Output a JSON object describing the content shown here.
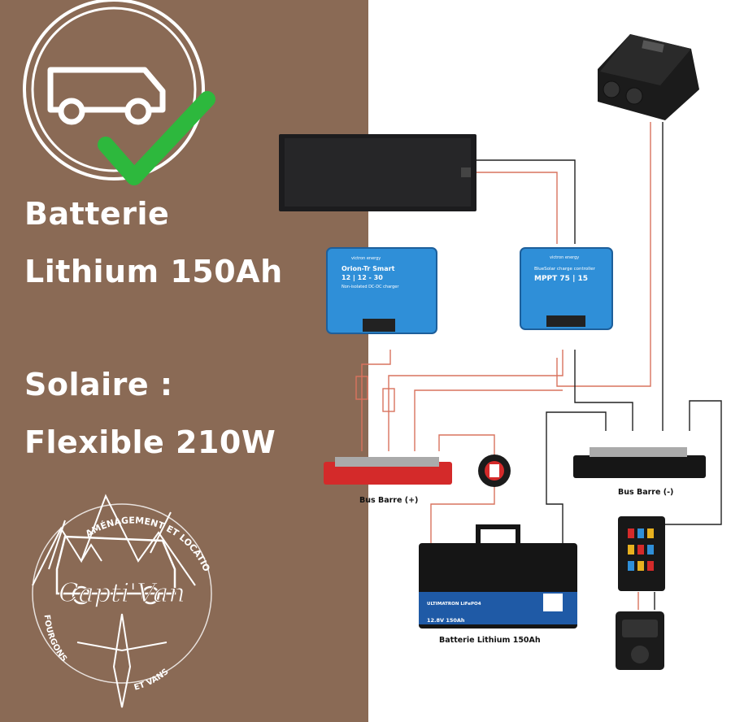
{
  "headline": {
    "battery_line1": "Batterie",
    "battery_line2": "Lithium 150Ah",
    "solar_line1": "Solaire :",
    "solar_line2": "Flexible 210W"
  },
  "logo": {
    "brand": "Capti'Van",
    "arc_top": "AMÉNAGEMENT ET LOCATION",
    "arc_bottom_left": "FOURGONS",
    "arc_bottom_right": "ET VANS"
  },
  "devices": {
    "dcdc_brand": "victron energy",
    "dcdc_name": "Orion-Tr Smart",
    "dcdc_model": "12 | 12 - 30",
    "dcdc_sub": "Non-isolated DC-DC charger",
    "mppt_brand": "victron energy",
    "mppt_name": "BlueSolar charge controller",
    "mppt_model": "MPPT 75 | 15",
    "battery_label_1": "ULTIMATRON LiFePO4",
    "battery_label_2": "12.8V 150Ah"
  },
  "labels": {
    "bus_positive": "Bus Barre (+)",
    "bus_negative": "Bus Barre (-)",
    "battery": "Batterie Lithium 150Ah"
  },
  "colors": {
    "left_panel": "#8a6a55",
    "check": "#2db83d",
    "wire_red": "#d9735e",
    "wire_black": "#222222",
    "victron_blue": "#2f8fd8"
  }
}
